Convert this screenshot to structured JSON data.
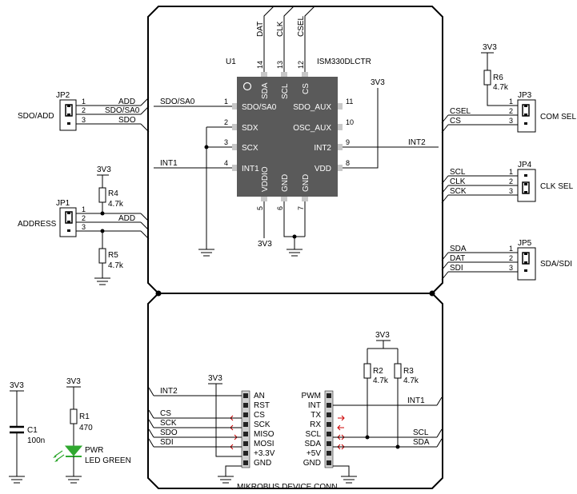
{
  "u1": {
    "ref": "U1",
    "part": "ISM330DLCTR",
    "left_pins": [
      {
        "num": "1",
        "name": "SDO/SA0"
      },
      {
        "num": "2",
        "name": "SDX"
      },
      {
        "num": "3",
        "name": "SCX"
      },
      {
        "num": "4",
        "name": "INT1"
      }
    ],
    "right_pins": [
      {
        "num": "11",
        "name": "SDO_AUX"
      },
      {
        "num": "10",
        "name": "OSC_AUX"
      },
      {
        "num": "9",
        "name": "INT2"
      },
      {
        "num": "8",
        "name": "VDD"
      }
    ],
    "top_pins": [
      {
        "num": "14",
        "name": "SDA",
        "net": "DAT"
      },
      {
        "num": "13",
        "name": "SCL",
        "net": "CLK"
      },
      {
        "num": "12",
        "name": "CS",
        "net": "CSEL"
      }
    ],
    "bottom_pins": [
      {
        "num": "5",
        "name": "VDDIO"
      },
      {
        "num": "6",
        "name": "GND"
      },
      {
        "num": "7",
        "name": "GND"
      }
    ]
  },
  "nets": {
    "sdo_sa0": "SDO/SA0",
    "int1": "INT1",
    "int2": "INT2",
    "v33": "3V3",
    "add": "ADD",
    "sdo": "SDO",
    "cs": "CS",
    "sck": "SCK",
    "sdi": "SDI",
    "scl": "SCL",
    "sda": "SDA",
    "clk": "CLK",
    "dat": "DAT"
  },
  "jumpers": {
    "jp2": {
      "ref": "JP2",
      "label": "SDO/ADD",
      "pins": [
        {
          "num": "1",
          "net": "ADD"
        },
        {
          "num": "2",
          "net": "SDO/SA0"
        },
        {
          "num": "3",
          "net": "SDO"
        }
      ]
    },
    "jp1": {
      "ref": "JP1",
      "label": "ADDRESS",
      "pins": [
        {
          "num": "1",
          "net": ""
        },
        {
          "num": "2",
          "net": "ADD"
        },
        {
          "num": "3",
          "net": ""
        }
      ]
    },
    "jp3": {
      "ref": "JP3",
      "label": "COM SEL",
      "pins": [
        {
          "num": "1",
          "net": ""
        },
        {
          "num": "2",
          "net": "CSEL"
        },
        {
          "num": "3",
          "net": "CS"
        }
      ]
    },
    "jp4": {
      "ref": "JP4",
      "label": "CLK SEL",
      "pins": [
        {
          "num": "1",
          "net": "SCL"
        },
        {
          "num": "2",
          "net": "CLK"
        },
        {
          "num": "3",
          "net": "SCK"
        }
      ]
    },
    "jp5": {
      "ref": "JP5",
      "label": "SDA/SDI",
      "pins": [
        {
          "num": "1",
          "net": "SDA"
        },
        {
          "num": "2",
          "net": "DAT"
        },
        {
          "num": "3",
          "net": "SDI"
        }
      ]
    }
  },
  "passives": {
    "r4": {
      "ref": "R4",
      "value": "4.7k"
    },
    "r5": {
      "ref": "R5",
      "value": "4.7k"
    },
    "r6": {
      "ref": "R6",
      "value": "4.7k"
    },
    "r2": {
      "ref": "R2",
      "value": "4.7k"
    },
    "r3": {
      "ref": "R3",
      "value": "4.7k"
    },
    "r1": {
      "ref": "R1",
      "value": "470"
    },
    "c1": {
      "ref": "C1",
      "value": "100n"
    },
    "led": {
      "ref": "PWR",
      "value": "LED GREEN"
    }
  },
  "mikrobus": {
    "title": "MIKROBUS DEVICE CONN",
    "left": [
      "AN",
      "RST",
      "CS",
      "SCK",
      "MISO",
      "MOSI",
      "+3.3V",
      "GND"
    ],
    "right": [
      "PWM",
      "INT",
      "TX",
      "RX",
      "SCL",
      "SDA",
      "+5V",
      "GND"
    ]
  },
  "colors": {
    "wire": "#000000",
    "chip": "#5a5a5a",
    "pin": "#c8c8c8",
    "arrow": "#cc0000",
    "led": "#2fa82f"
  }
}
